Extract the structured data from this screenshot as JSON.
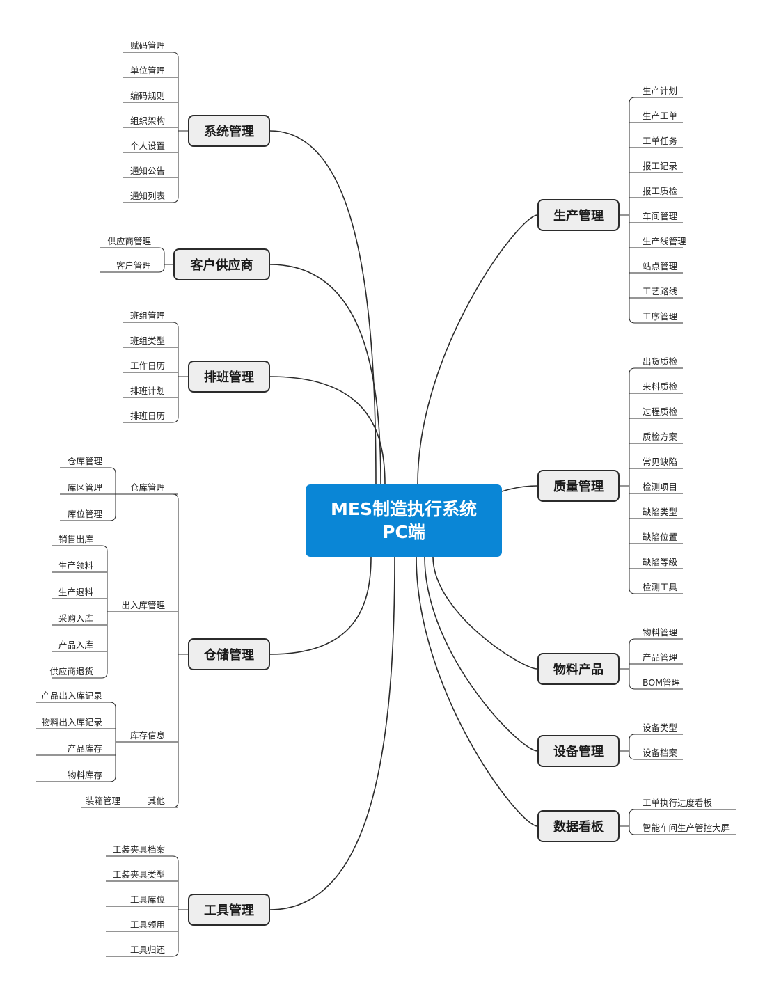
{
  "center": {
    "line1": "MES制造执行系统",
    "line2": "PC端"
  },
  "colors": {
    "center_bg": "#0a86d6",
    "branch_bg": "#eeeeee",
    "line": "#2b2b2b"
  },
  "left": [
    {
      "id": "sys",
      "label": "系统管理",
      "items": [
        "赋码管理",
        "单位管理",
        "编码规则",
        "组织架构",
        "个人设置",
        "通知公告",
        "通知列表"
      ]
    },
    {
      "id": "cust",
      "label": "客户供应商",
      "items": [
        "供应商管理",
        "客户管理"
      ]
    },
    {
      "id": "shift",
      "label": "排班管理",
      "items": [
        "班组管理",
        "班组类型",
        "工作日历",
        "排班计划",
        "排班日历"
      ]
    },
    {
      "id": "wh",
      "label": "仓储管理",
      "subs": [
        {
          "label": "仓库管理",
          "items": [
            "仓库管理",
            "库区管理",
            "库位管理"
          ]
        },
        {
          "label": "出入库管理",
          "items": [
            "销售出库",
            "生产领料",
            "生产退料",
            "采购入库",
            "产品入库",
            "供应商退货"
          ]
        },
        {
          "label": "库存信息",
          "items": [
            "产品出入库记录",
            "物料出入库记录",
            "产品库存",
            "物料库存"
          ]
        },
        {
          "label": "其他",
          "items": [
            "装箱管理"
          ]
        }
      ]
    },
    {
      "id": "tool",
      "label": "工具管理",
      "items": [
        "工装夹具档案",
        "工装夹具类型",
        "工具库位",
        "工具领用",
        "工具归还"
      ]
    }
  ],
  "right": [
    {
      "id": "prod",
      "label": "生产管理",
      "items": [
        "生产计划",
        "生产工单",
        "工单任务",
        "报工记录",
        "报工质检",
        "车间管理",
        "生产线管理",
        "站点管理",
        "工艺路线",
        "工序管理"
      ]
    },
    {
      "id": "qual",
      "label": "质量管理",
      "items": [
        "出货质检",
        "来料质检",
        "过程质检",
        "质检方案",
        "常见缺陷",
        "检测项目",
        "缺陷类型",
        "缺陷位置",
        "缺陷等级",
        "检测工具"
      ]
    },
    {
      "id": "mat",
      "label": "物料产品",
      "items": [
        "物料管理",
        "产品管理",
        "BOM管理"
      ]
    },
    {
      "id": "equip",
      "label": "设备管理",
      "items": [
        "设备类型",
        "设备档案"
      ]
    },
    {
      "id": "board",
      "label": "数据看板",
      "items": [
        "工单执行进度看板",
        "智能车间生产管控大屏"
      ]
    }
  ]
}
